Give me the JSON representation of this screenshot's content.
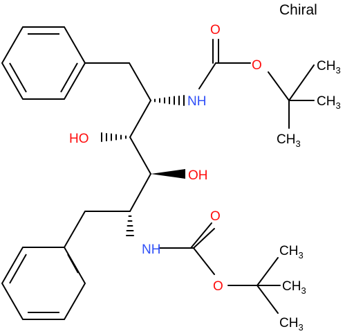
{
  "molecule": {
    "chiral_flag": "Chiral",
    "atom_labels": {
      "carbonyl_o_top": "O",
      "ester_o_top": "O",
      "nh_top": "NH",
      "me_top_1": "CH",
      "me_top_2": "CH",
      "me_top_3": "CH",
      "oh_left": "HO",
      "oh_right": "OH",
      "carbonyl_o_bottom": "O",
      "ester_o_bottom": "O",
      "nh_bottom": "NH",
      "me_bottom_1": "CH",
      "me_bottom_2": "CH",
      "me_bottom_3": "CH",
      "methyl_subscript": "3"
    },
    "colors": {
      "bond": "#000000",
      "oxygen": "#ff0d0d",
      "nitrogen": "#3050f8",
      "carbon_label": "#000000"
    }
  }
}
